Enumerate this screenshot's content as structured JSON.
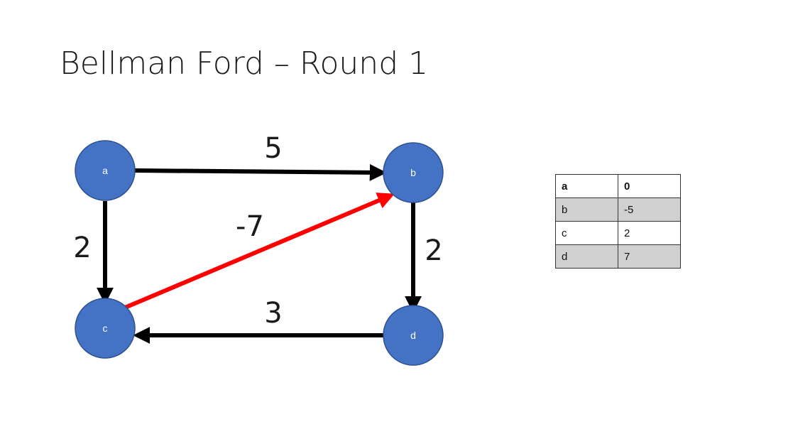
{
  "title": "Bellman Ford – Round 1",
  "colors": {
    "node_fill": "#4472c4",
    "node_stroke": "#2f528f",
    "edge_default": "#000000",
    "edge_highlight": "#ff0000",
    "row_shade": "#d0d0d0"
  },
  "graph": {
    "nodes": [
      {
        "id": "a",
        "label": "a"
      },
      {
        "id": "b",
        "label": "b"
      },
      {
        "id": "c",
        "label": "c"
      },
      {
        "id": "d",
        "label": "d"
      }
    ],
    "edges": [
      {
        "from": "a",
        "to": "b",
        "weight": "5",
        "highlighted": false
      },
      {
        "from": "a",
        "to": "c",
        "weight": "2",
        "highlighted": false
      },
      {
        "from": "b",
        "to": "d",
        "weight": "2",
        "highlighted": false
      },
      {
        "from": "d",
        "to": "c",
        "weight": "3",
        "highlighted": false
      },
      {
        "from": "c",
        "to": "b",
        "weight": "-7",
        "highlighted": true
      }
    ]
  },
  "distance_table": {
    "rows": [
      {
        "node": "a",
        "distance": "0"
      },
      {
        "node": "b",
        "distance": "-5"
      },
      {
        "node": "c",
        "distance": "2"
      },
      {
        "node": "d",
        "distance": "7"
      }
    ]
  }
}
